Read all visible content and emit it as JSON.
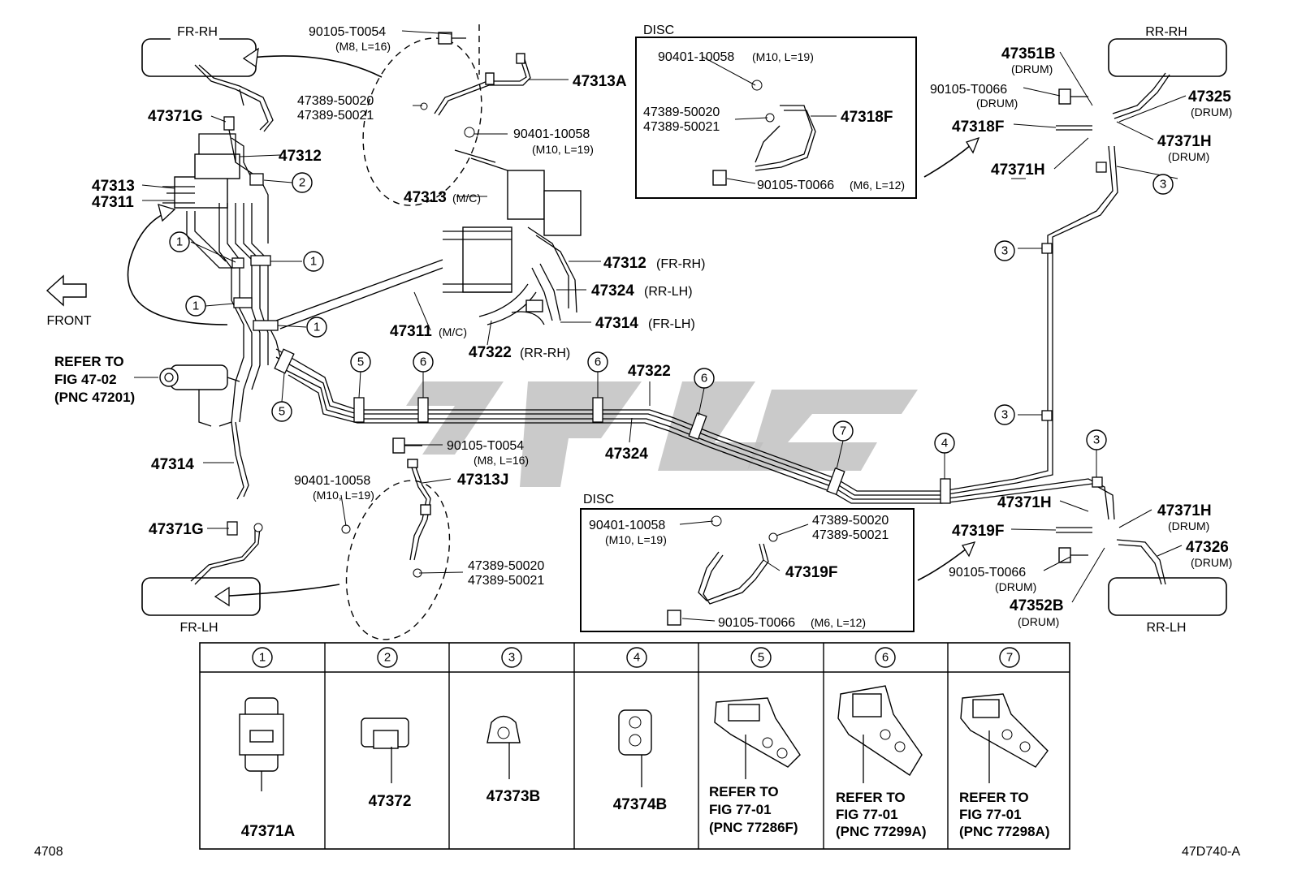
{
  "labels": {
    "fr_rh": "FR-RH",
    "fr_lh": "FR-LH",
    "rr_rh": "RR-RH",
    "rr_lh": "RR-LH",
    "front": "FRONT",
    "disc_top": "DISC",
    "disc_bottom": "DISC",
    "p_90105_T0054_top": "90105-T0054",
    "p_90105_T0054_top_sub": "(M8, L=16)",
    "p_47313A": "47313A",
    "p_47389_50020_a": "47389-50020",
    "p_47389_50021_a": "47389-50021",
    "p_90401_10058_a": "90401-10058",
    "p_90401_10058_a_sub": "(M10, L=19)",
    "p_47371G_top": "47371G",
    "p_47312": "47312",
    "p_47313": "47313",
    "p_47311": "47311",
    "p_47313_mc": "47313",
    "p_47313_mc_sub": "(M/C)",
    "p_47312_frrh": "47312",
    "p_47312_frrh_sub": "(FR-RH)",
    "p_47324_rrlh": "47324",
    "p_47324_rrlh_sub": "(RR-LH)",
    "p_47314_frlh": "47314",
    "p_47314_frlh_sub": "(FR-LH)",
    "p_47311_mc": "47311",
    "p_47311_mc_sub": "(M/C)",
    "p_47322_rrrh": "47322",
    "p_47322_rrrh_sub": "(RR-RH)",
    "refer_master_1": "REFER TO",
    "refer_master_2": "FIG 47-02",
    "refer_master_3": "(PNC 47201)",
    "p_47314": "47314",
    "p_47322": "47322",
    "p_47324": "47324",
    "p_90105_T0054_bot": "90105-T0054",
    "p_90105_T0054_bot_sub": "(M8, L=16)",
    "p_90401_10058_b": "90401-10058",
    "p_90401_10058_b_sub": "(M10, L=19)",
    "p_47313J": "47313J",
    "p_47371G_bot": "47371G",
    "p_47389_50020_b": "47389-50020",
    "p_47389_50021_b": "47389-50021",
    "disc_top_90401": "90401-10058",
    "disc_top_90401_sub": "(M10, L=19)",
    "disc_top_47389_50020": "47389-50020",
    "disc_top_47389_50021": "47389-50021",
    "disc_top_47318F": "47318F",
    "disc_top_90105": "90105-T0066",
    "disc_top_90105_sub": "(M6, L=12)",
    "p_47351B": "47351B",
    "p_47351B_sub": "(DRUM)",
    "p_90105_T0066_top": "90105-T0066",
    "p_90105_T0066_top_sub": "(DRUM)",
    "p_47318F": "47318F",
    "p_47371H_a": "47371H",
    "p_47325": "47325",
    "p_47325_sub": "(DRUM)",
    "p_47371H_b": "47371H",
    "p_47371H_b_sub": "(DRUM)",
    "p_47371H_c": "47371H",
    "p_47371H_d": "47371H",
    "p_47371H_d_sub": "(DRUM)",
    "p_47319F": "47319F",
    "p_47326": "47326",
    "p_47326_sub": "(DRUM)",
    "p_90105_T0066_bot": "90105-T0066",
    "p_90105_T0066_bot_sub": "(DRUM)",
    "p_47352B": "47352B",
    "p_47352B_sub": "(DRUM)",
    "disc_bot_90401": "90401-10058",
    "disc_bot_90401_sub": "(M10, L=19)",
    "disc_bot_47389_50020": "47389-50020",
    "disc_bot_47389_50021": "47389-50021",
    "disc_bot_47319F": "47319F",
    "disc_bot_90105": "90105-T0066",
    "disc_bot_90105_sub": "(M6, L=12)",
    "callouts": [
      "1",
      "2",
      "3",
      "4",
      "5",
      "6",
      "7"
    ],
    "footer_left": "4708",
    "footer_right": "47D740-A"
  },
  "table": {
    "headers": [
      "①",
      "②",
      "③",
      "④",
      "⑤",
      "⑥",
      "⑦"
    ],
    "parts": [
      {
        "pn": "47371A"
      },
      {
        "pn": "47372"
      },
      {
        "pn": "47373B"
      },
      {
        "pn": "47374B"
      },
      {
        "ref1": "REFER TO",
        "ref2": "FIG 77-01",
        "ref3": "(PNC 77286F)"
      },
      {
        "ref1": "REFER TO",
        "ref2": "FIG 77-01",
        "ref3": "(PNC 77299A)"
      },
      {
        "ref1": "REFER TO",
        "ref2": "FIG 77-01",
        "ref3": "(PNC 77298A)"
      }
    ]
  }
}
